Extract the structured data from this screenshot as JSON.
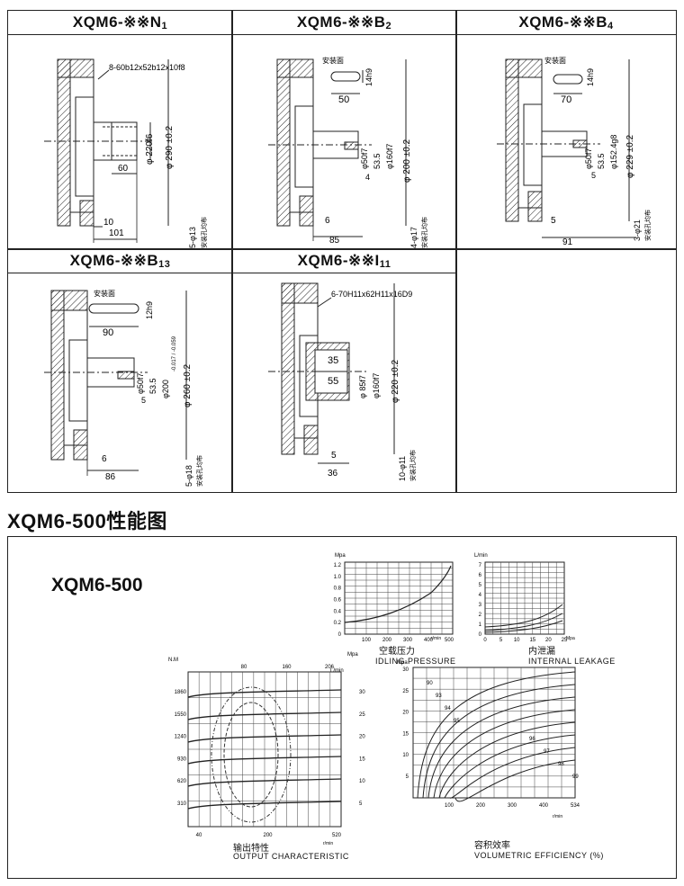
{
  "panels": [
    {
      "id": "n1",
      "title": "XQM6-※※N",
      "sub": "1",
      "labels": {
        "mount": "",
        "spline": "8-60b12x52b12x10f8",
        "d1": "φ 220f6",
        "d2": "φ 290 ±0.2",
        "l1": "60",
        "l2": "10",
        "l3": "101",
        "holes": "5-φ13",
        "vnote": "安装孔均布"
      }
    },
    {
      "id": "b2",
      "title": "XQM6-※※B",
      "sub": "2",
      "labels": {
        "mount": "安装面",
        "key": "14h9",
        "kl": "50",
        "d1": "φ50f7",
        "d0": "53.5",
        "d2": "φ160f7",
        "d3": "φ 200 ±0.2",
        "l0": "4",
        "l1": "6",
        "l2": "85",
        "holes": "4-φ17",
        "vnote": "安装孔均布"
      }
    },
    {
      "id": "b4",
      "title": "XQM6-※※B",
      "sub": "4",
      "labels": {
        "mount": "安装面",
        "key": "14h9",
        "kl": "70",
        "d1": "φ50f7",
        "d0": "53.5",
        "d2": "φ152.4g8",
        "d3": "φ 229 ±0.2",
        "l0": "5",
        "l1": "5",
        "l2": "91",
        "holes": "3-φ21",
        "vnote": "安装孔均布"
      }
    },
    {
      "id": "b13",
      "title": "XQM6-※※B",
      "sub": "13",
      "labels": {
        "mount": "安装面",
        "key": "12h9",
        "kl": "90",
        "d1": "φ50f7",
        "d0": "53.5",
        "d2": "φ200",
        "d2t": "-0.017 / -0.059",
        "d3": "φ 260 ±0.2",
        "l0": "5",
        "l1": "6",
        "l2": "86",
        "holes": "5-φ18",
        "vnote": "安装孔均布"
      }
    },
    {
      "id": "i11",
      "title": "XQM6-※※I",
      "sub": "11",
      "labels": {
        "spline": "6-70H11x62H11x16D9",
        "a": "35",
        "b": "55",
        "d1": "φ 85f7",
        "d2": "φ160f7",
        "d3": "φ 220 ±0.2",
        "l1": "5",
        "l2": "36",
        "holes": "10-φ11",
        "vnote": "安装孔均布"
      }
    }
  ],
  "section_title": "XQM6-500性能图",
  "perf": {
    "title": "XQM6-500",
    "idling": {
      "unit": "Mpa",
      "zh": "空载压力",
      "en": "IDLING  PRESSURE",
      "xunit": "r/min",
      "y_ticks": [
        "1.2",
        "1.0",
        "0.8",
        "0.6",
        "0.4",
        "0.2",
        "0"
      ],
      "x_ticks": [
        "100",
        "200",
        "300",
        "400",
        "500"
      ]
    },
    "leakage": {
      "unit": "L/min",
      "zh": "内泄漏",
      "en": "INTERNAL LEAKAGE",
      "xunit": "Mpa",
      "y_ticks": [
        "7",
        "6",
        "5",
        "4",
        "3",
        "2",
        "1",
        "0"
      ],
      "x_ticks": [
        "0",
        "5",
        "10",
        "15",
        "20",
        "25"
      ]
    },
    "output": {
      "zh": "输出特性",
      "en": "OUTPUT CHARACTERISTIC",
      "yunit": "N.M",
      "runit": "Mpa",
      "xunit": "r/min",
      "topunit": "L/min",
      "y_ticks": [
        "1860",
        "1550",
        "1240",
        "930",
        "620",
        "310"
      ],
      "r_ticks": [
        "30",
        "25",
        "20",
        "15",
        "10",
        "5"
      ],
      "x_ticks": [
        "40",
        "200",
        "520"
      ],
      "top_ticks": [
        "80",
        "160",
        "206"
      ]
    },
    "volumetric": {
      "zh": "容积效率",
      "en": "VOLUMETRIC  EFFICIENCY (%)",
      "yunit": "Mpa",
      "xunit": "r/min",
      "y_ticks": [
        "30",
        "25",
        "20",
        "15",
        "10",
        "5"
      ],
      "x_ticks": [
        "100",
        "200",
        "300",
        "400",
        "534"
      ],
      "curve_labels": [
        "90",
        "93",
        "94",
        "95",
        "96",
        "97",
        "98",
        "99"
      ]
    }
  }
}
